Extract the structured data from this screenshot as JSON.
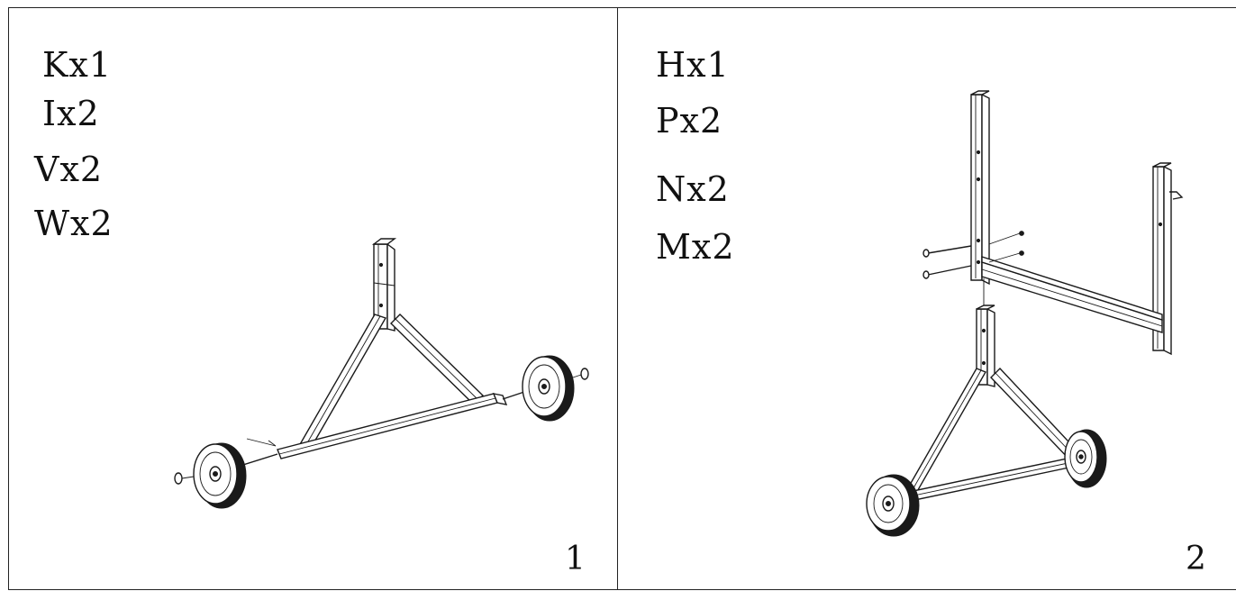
{
  "steps": [
    {
      "number": "1",
      "parts": [
        "Kx1",
        "Ix2",
        "Vx2",
        "Wx2"
      ]
    },
    {
      "number": "2",
      "parts": [
        "Hx1",
        "Px2",
        "Nx2",
        "Mx2"
      ]
    }
  ]
}
